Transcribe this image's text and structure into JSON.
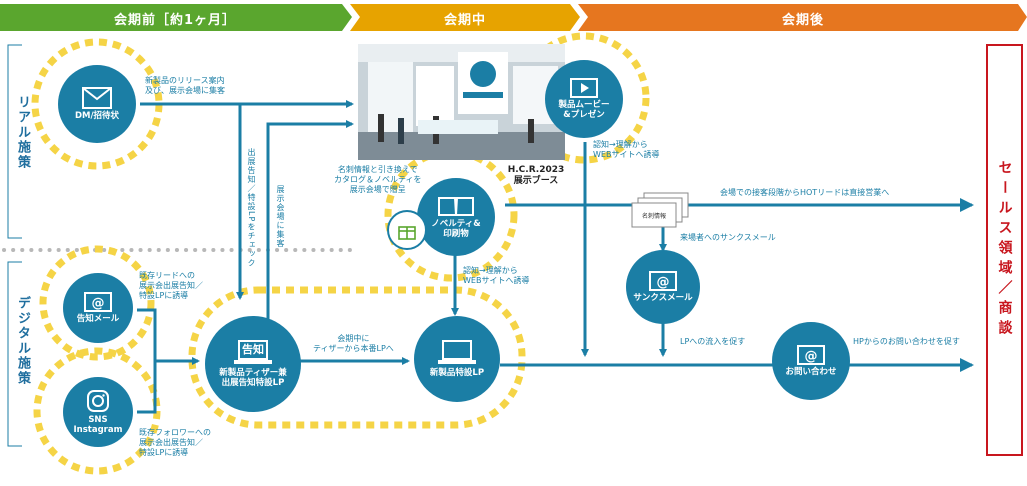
{
  "phases": [
    {
      "label": "会期前［約1ヶ月］",
      "color": "#5aa62e"
    },
    {
      "label": "会期中",
      "color": "#e7a300"
    },
    {
      "label": "会期後",
      "color": "#e6761f"
    }
  ],
  "side_labels": {
    "real": "リアル施策",
    "digital": "デジタル施策"
  },
  "nodes": {
    "dm": {
      "label": "DM/招待状",
      "icon": "envelope-icon"
    },
    "notice_mail": {
      "label": "告知メール",
      "icon": "at-mail-icon"
    },
    "sns": {
      "label": "SNS\nInstagram",
      "icon": "instagram-icon"
    },
    "teaser": {
      "badge": "告知",
      "label": "新製品ティザー兼\n出展告知特設LP",
      "icon": "laptop-icon"
    },
    "lp": {
      "label": "新製品特設LP",
      "icon": "laptop-icon"
    },
    "novelty": {
      "label": "ノベルティ&\n印刷物",
      "icon": "book-icon"
    },
    "movie": {
      "label": "製品ムービー\n&プレゼン",
      "icon": "video-icon"
    },
    "thanks": {
      "label": "サンクスメール",
      "icon": "at-mail-icon"
    },
    "inquiry": {
      "label": "お問い合わせ",
      "icon": "at-mail-icon"
    }
  },
  "booth_caption": "H.C.R.2023\n展示ブース",
  "card_label": "名刺情報",
  "notes": {
    "dm_to_booth": "新製品のリリース案内\n及び、展示会場に集客",
    "vertical_lp_check": "出展告知／特設LPをチェック",
    "vertical_attract": "展示会場に集客",
    "novelty_desc": "名刺情報と引き換えで\nカタログ＆ノベルティを\n展示会場で贈呈",
    "movie_desc": "認知→理解から\nWEBサイトへ誘導",
    "novelty_to_lp": "認知→理解から\nWEBサイトへ誘導",
    "notice_mail_desc": "既存リードへの\n展示会出展告知／\n特設LPに誘導",
    "sns_desc": "既存フォロワーへの\n展示会出展告知／\n特設LPに誘導",
    "teaser_to_lp": "会期中に\nティザーから本番LPへ",
    "direct_sales": "会場での接客段階からHOTリードは直接営業へ",
    "thanks_mail_desc": "来場者へのサンクスメール",
    "lp_inflow": "LPへの流入を促す",
    "inquiry_desc": "HPからのお問い合わせを促す"
  },
  "sales": "セールス領域／商談",
  "colors": {
    "flow": "#1b7ea5",
    "dots": "#f5d446",
    "sales": "#c8161e",
    "divider": "#b8b8b8"
  }
}
